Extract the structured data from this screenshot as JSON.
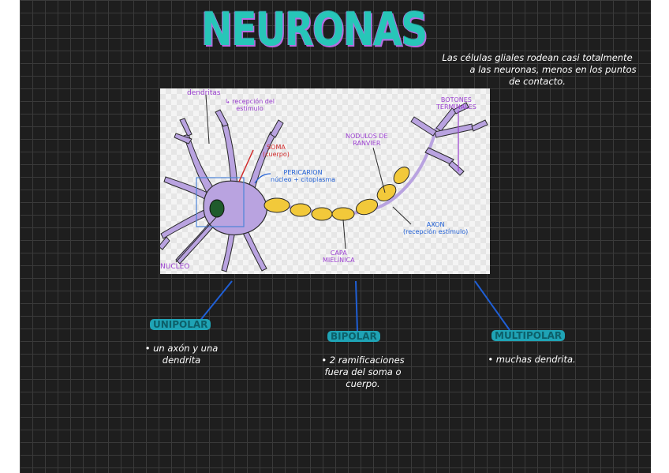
{
  "title": "NEURONAS",
  "glial_note": {
    "line1": "Las células gliales rodean casi totalmente",
    "line2": "a las neuronas, menos en los puntos",
    "line3": "de contacto."
  },
  "diagram_labels": {
    "dendritas": "dendritas",
    "recepcion": "↳ recepción del\nestímulo",
    "soma": "SOMA\n(cuerpo)",
    "pericarion": "PERICARION\nnúcleo + citoplasma",
    "nodulos": "NODULOS DE\nRANVIER",
    "botones": "BOTONES\nTERMINALES",
    "axon": "AXON\n(recepción estímulo)",
    "capa": "CAPA\nMIELÍNICA",
    "nucleo": "NUCLEO"
  },
  "types": [
    {
      "name": "UNIPOLAR",
      "desc": "• un axón y una\ndendrita"
    },
    {
      "name": "BIPOLAR",
      "desc": "• 2 ramificaciones\nfuera del soma o\ncuerpo."
    },
    {
      "name": "MULTIPOLAR",
      "desc": "• muchas dendrita."
    }
  ],
  "colors": {
    "title": "#27c6b8",
    "title_outline": "#b86be0",
    "neuron_body": "#b9a3e0",
    "myelin": "#f2c93a",
    "connector": "#1f5fd6",
    "highlight": "#1fa3b5"
  }
}
